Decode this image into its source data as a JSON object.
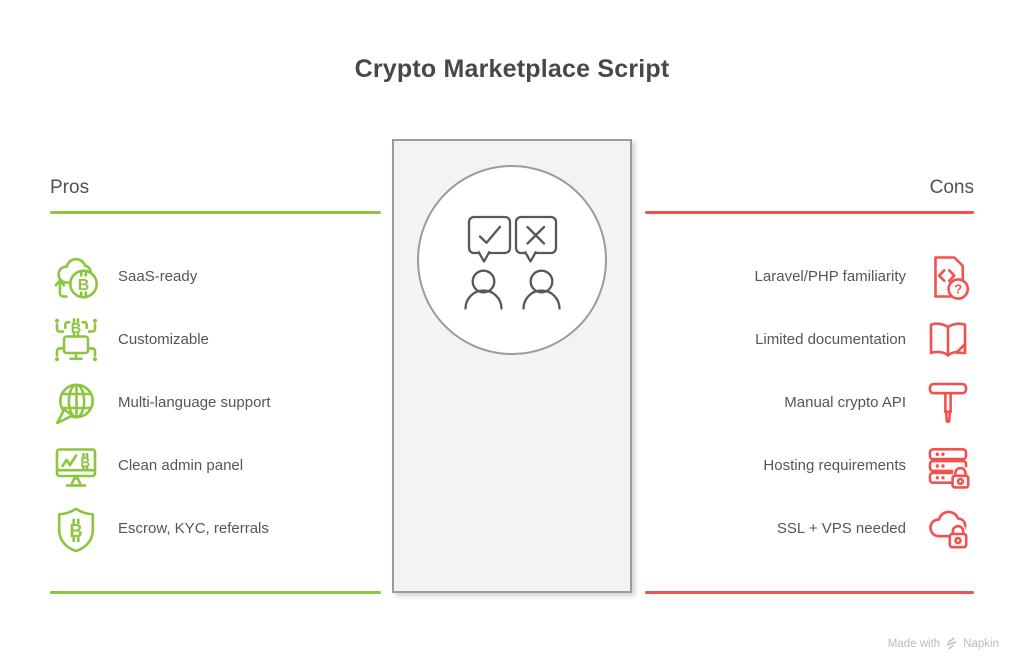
{
  "title": "Crypto Marketplace Script",
  "colors": {
    "pros_accent": "#8CC63F",
    "cons_accent": "#F0524F",
    "panel_bg": "#F3F3F3",
    "panel_border": "#9B9B9B",
    "figure_stroke": "#58585B",
    "title_text": "#48484A",
    "label_text": "#55565A",
    "footer_text": "#BCBCBC"
  },
  "glyphs": {
    "bitcoin": "B",
    "question": "?"
  },
  "pros": {
    "header": "Pros",
    "items": [
      {
        "label": "SaaS-ready",
        "icon": "cloud-bitcoin-upload-icon"
      },
      {
        "label": "Customizable",
        "icon": "circuit-bitcoin-monitor-icon"
      },
      {
        "label": "Multi-language support",
        "icon": "globe-speech-icon"
      },
      {
        "label": "Clean admin panel",
        "icon": "monitor-chart-bitcoin-icon"
      },
      {
        "label": "Escrow, KYC, referrals",
        "icon": "shield-bitcoin-icon"
      }
    ]
  },
  "cons": {
    "header": "Cons",
    "items": [
      {
        "label": "Laravel/PHP familiarity",
        "icon": "code-file-question-icon"
      },
      {
        "label": "Limited documentation",
        "icon": "open-book-icon"
      },
      {
        "label": "Manual crypto API",
        "icon": "t-wrench-icon"
      },
      {
        "label": "Hosting requirements",
        "icon": "server-lock-icon"
      },
      {
        "label": "SSL + VPS needed",
        "icon": "cloud-lock-icon"
      }
    ]
  },
  "center": {
    "icon": "people-feedback-icon"
  },
  "footer": {
    "made_with": "Made with",
    "brand": "Napkin"
  }
}
